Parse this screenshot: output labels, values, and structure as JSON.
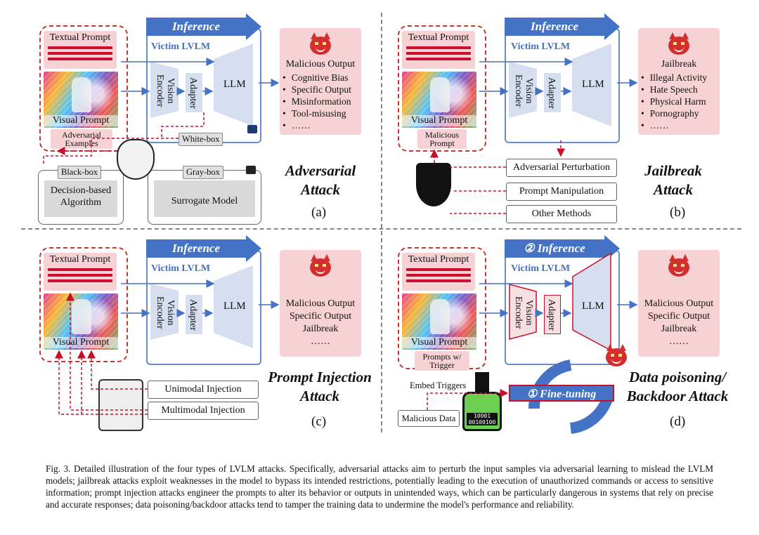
{
  "common": {
    "inference": "Inference",
    "victim": "Victim LVLM",
    "vision_encoder": "Vision Encoder",
    "adapter": "Adapter",
    "llm": "LLM",
    "textual_prompt": "Textual Prompt",
    "visual_prompt": "Visual Prompt"
  },
  "a": {
    "sub": "Adversarial Examples",
    "out_title": "Malicious Output",
    "items": [
      "Cognitive Bias",
      "Specific Output",
      "Misinformation",
      "Tool-misusing",
      "……"
    ],
    "white": "White-box",
    "black": "Black-box",
    "gray": "Gray-box",
    "decision": "Decision-based Algorithm",
    "surrogate": "Surrogate Model",
    "title": "Adversarial Attack",
    "label": "(a)"
  },
  "b": {
    "sub": "Malicious Prompt",
    "out_title": "Jailbreak",
    "items": [
      "Illegal Activity",
      "Hate Speech",
      "Physical Harm",
      "Pornography",
      "……"
    ],
    "m1": "Adversarial Perturbation",
    "m2": "Prompt Manipulation",
    "m3": "Other Methods",
    "title": "Jailbreak Attack",
    "label": "(b)"
  },
  "c": {
    "out": [
      "Malicious Output",
      "Specific Output",
      "Jailbreak",
      "……"
    ],
    "m1": "Unimodal Injection",
    "m2": "Multimodal Injection",
    "title": "Prompt Injection Attack",
    "label": "(c)"
  },
  "d": {
    "inference": "② Inference",
    "sub": "Prompts w/ Trigger",
    "out": [
      "Malicious Output",
      "Specific Output",
      "Jailbreak",
      "……"
    ],
    "embed": "Embed Triggers",
    "malicious_data": "Malicious Data",
    "finetune": "① Fine-tuning",
    "flask_code": "10001 00100100",
    "title": "Data poisoning/ Backdoor Attack",
    "label": "(d)"
  },
  "caption": "Fig. 3.  Detailed illustration of the four types of LVLM attacks. Specifically, adversarial attacks aim to perturb the input samples via adversarial learning to mislead the LVLM models; jailbreak attacks exploit weaknesses in the model to bypass its intended restrictions, potentially leading to the execution of unauthorized commands or access to sensitive information; prompt injection attacks engineer the prompts to alter its behavior or outputs in unintended ways, which can be particularly dangerous in systems that rely on precise and accurate responses; data poisoning/backdoor attacks tend to tamper the training data to undermine the model's performance and reliability.",
  "colors": {
    "accent_blue": "#4472c4",
    "attack_red": "#c8102e",
    "pink": "#f6d2d4"
  }
}
